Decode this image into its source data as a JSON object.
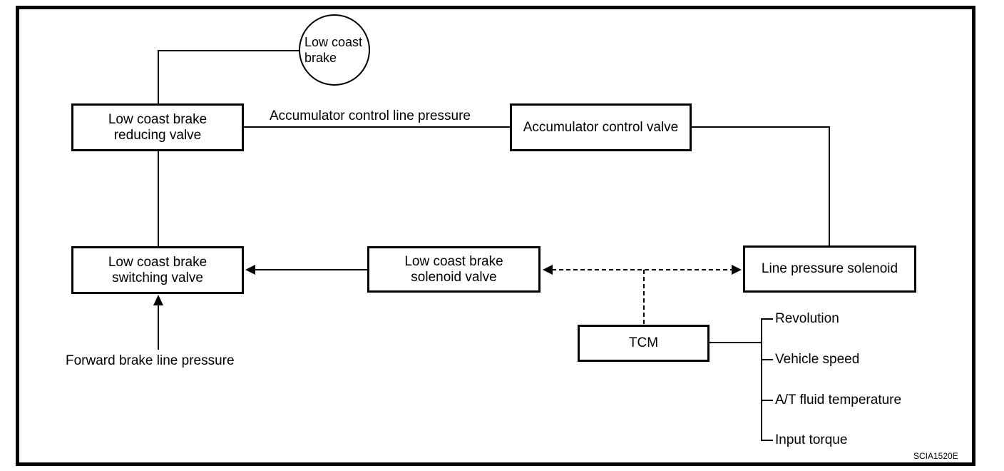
{
  "diagram": {
    "title_hint": "Low coast brake hydraulic control diagram",
    "nodes": {
      "low_coast_brake": {
        "label": "Low coast brake"
      },
      "reducing_valve": {
        "label": "Low coast brake reducing valve"
      },
      "accumulator_valve": {
        "label": "Accumulator control valve"
      },
      "switching_valve": {
        "label": "Low coast brake switching valve"
      },
      "solenoid_valve": {
        "label": "Low coast brake solenoid valve"
      },
      "line_pressure_solenoid": {
        "label": "Line pressure solenoid"
      },
      "tcm": {
        "label": "TCM"
      }
    },
    "edge_labels": {
      "accumulator_control_line_pressure": "Accumulator control line pressure",
      "forward_brake_line_pressure": "Forward brake line pressure"
    },
    "tcm_inputs": [
      "Revolution",
      "Vehicle speed",
      "A/T fluid temperature",
      "Input torque"
    ],
    "figure_code": "SCIA1520E",
    "colors": {
      "line": "#000000",
      "background": "#ffffff"
    }
  }
}
